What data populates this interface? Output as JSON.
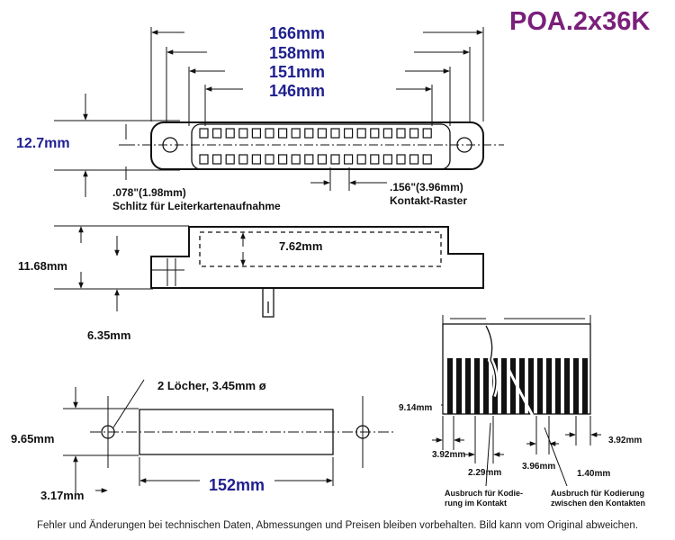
{
  "title": "POA.2x36K",
  "top_view": {
    "widths": [
      "166mm",
      "158mm",
      "151mm",
      "146mm"
    ],
    "height": "12.7mm",
    "slot": ".078\"(1.98mm)",
    "slot_label": "Schlitz für Leiterkartenaufnahme",
    "pitch": ".156\"(3.96mm)",
    "pitch_label": "Kontakt-Raster"
  },
  "side_view": {
    "height": "11.68mm",
    "depth": "7.62mm",
    "pin": "6.35mm"
  },
  "bottom_view": {
    "holes": "2 Löcher, 3.45mm ø",
    "height": "9.65mm",
    "offset": "3.17mm",
    "length": "152mm"
  },
  "detail": {
    "d1": "9.14mm",
    "d2": "3.92mm",
    "d3": "3.92mm",
    "d4": "2.29mm",
    "d5": "3.96mm",
    "d6": "1.40mm",
    "note1": [
      "Ausbruch für Kodie-",
      "rung im Kontakt"
    ],
    "note2": [
      "Ausbruch für Kodierung",
      "zwischen den Kontakten"
    ]
  },
  "footer": "Fehler und Änderungen bei technischen Daten, Abmessungen und Preisen bleiben vorbehalten. Bild kann vom Original abweichen."
}
